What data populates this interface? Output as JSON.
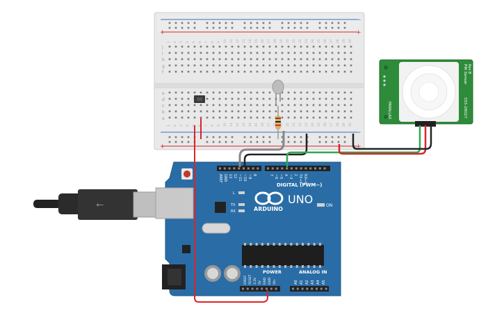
{
  "arduino": {
    "board_name": "UNO",
    "brand": "ARDUINO",
    "digital_label": "DIGITAL (PWM~)",
    "analog_label": "ANALOG IN",
    "power_label": "POWER",
    "on_label": "ON",
    "led_labels": [
      "L",
      "TX",
      "RX"
    ],
    "digital_pins": [
      "AREF",
      "GND",
      "13",
      "12",
      "~11",
      "~10",
      "~9",
      "8",
      "7",
      "~6",
      "~5",
      "4",
      "~3",
      "2",
      "TX→1",
      "RX←0"
    ],
    "power_pins": [
      "IOREF",
      "RESET",
      "3.3V",
      "5V",
      "GND",
      "GND",
      "Vin"
    ],
    "analog_pins": [
      "A0",
      "A1",
      "A2",
      "A3",
      "A4",
      "A5"
    ]
  },
  "breadboard": {
    "row_letters_top": [
      "j",
      "i",
      "h",
      "g",
      "f"
    ],
    "row_letters_bottom": [
      "e",
      "d",
      "c",
      "b",
      "a"
    ],
    "column_count": 30,
    "rail_plus": "+",
    "rail_minus": "−"
  },
  "pir_sensor": {
    "title": "PIR Sensor",
    "rev": "Rev B",
    "part_no": "555-28027",
    "parallax": "PARALLAX"
  },
  "colors": {
    "arduino_board": "#2a6da6",
    "breadboard": "#e9e9e9",
    "pir_board": "#2e8b3a",
    "wire_red": "#d9252a",
    "wire_black": "#222222",
    "wire_green": "#2fa84f",
    "wire_gray": "#888888"
  }
}
